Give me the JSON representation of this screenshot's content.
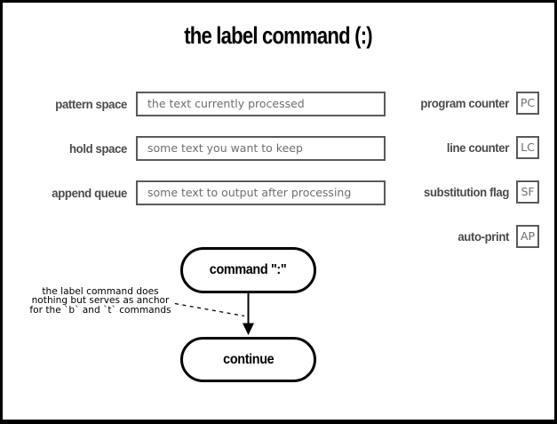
{
  "title": "the label command (:)",
  "registers_left": [
    {
      "label": "pattern space",
      "value": "the text currently processed"
    },
    {
      "label": "hold space",
      "value": "some text you want to keep"
    },
    {
      "label": "append queue",
      "value": "some text to output after processing"
    }
  ],
  "registers_right": [
    {
      "label": "program counter",
      "abbr": "PC"
    },
    {
      "label": "line counter",
      "abbr": "LC"
    },
    {
      "label": "substitution flag",
      "abbr": "SF"
    },
    {
      "label": "auto-print",
      "abbr": "AP"
    }
  ],
  "flowchart": {
    "start_node": "command \":\"",
    "end_node": "continue",
    "annotation_lines": [
      "the label command does",
      "nothing but serves as anchor",
      "for the `b` and `t` commands"
    ]
  },
  "colors": {
    "frame_border": "#000000",
    "register_border": "#5a5a5a",
    "register_text": "#6e6e6e",
    "label_text": "#4a4a4a",
    "flow_black": "#000000"
  }
}
